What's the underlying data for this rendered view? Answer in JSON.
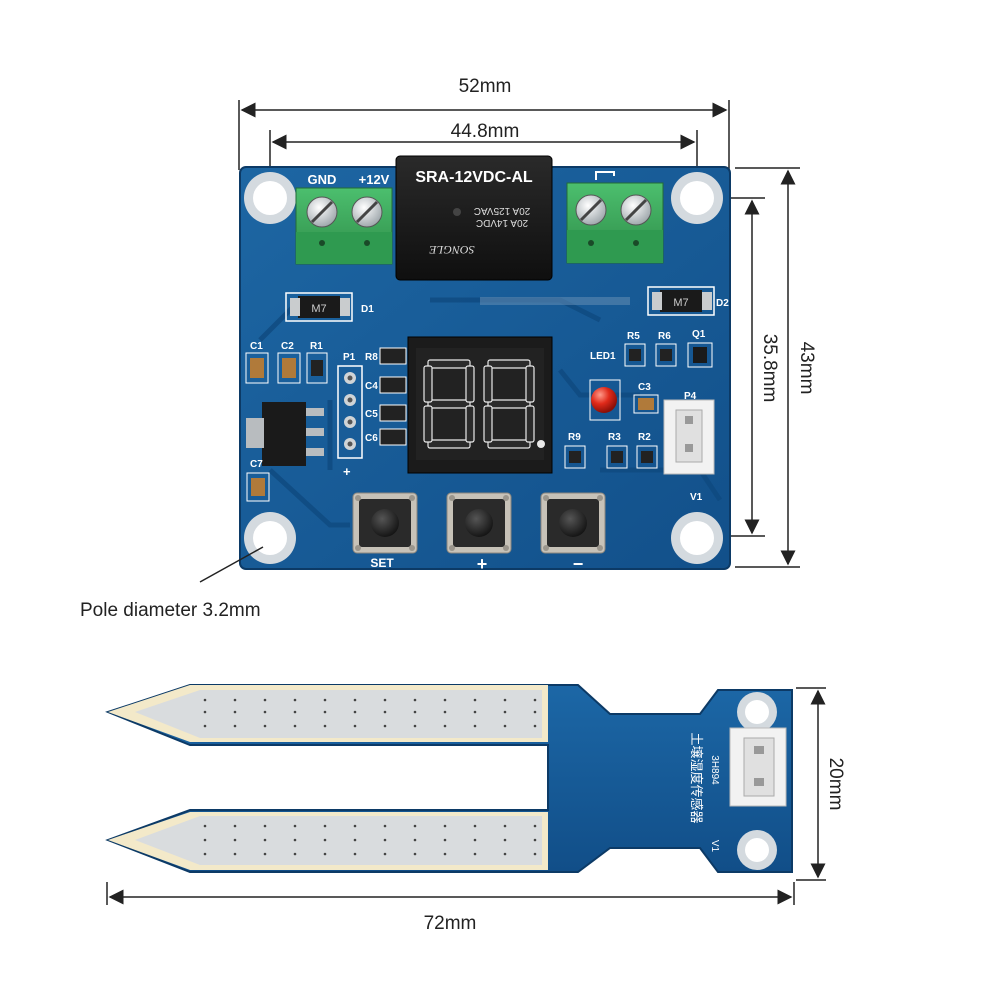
{
  "dimensions": {
    "width_outer": "52mm",
    "width_inner": "44.8mm",
    "height_outer": "43mm",
    "height_inner": "35.8mm",
    "pole_diameter": "Pole diameter 3.2mm",
    "probe_width": "20mm",
    "probe_length": "72mm"
  },
  "board": {
    "relay_model": "SRA-12VDC-AL",
    "relay_rating_1": "20A 14VDC",
    "relay_rating_2": "20A 125VAC",
    "relay_brand": "SONGLE",
    "terminal_left_gnd": "GND",
    "terminal_left_12v": "+12V",
    "diode_1": "M7",
    "diode_2": "M7",
    "d1": "D1",
    "d2": "D2",
    "c1": "C1",
    "c2": "C2",
    "r1": "R1",
    "p1": "P1",
    "r8": "R8",
    "c4": "C4",
    "c5": "C5",
    "c6": "C6",
    "c7": "C7",
    "r5": "R5",
    "r6": "R6",
    "q1": "Q1",
    "led1": "LED1",
    "c3": "C3",
    "p4": "P4",
    "r9": "R9",
    "r3": "R3",
    "r2": "R2",
    "v1": "V1",
    "plus_marker": "+",
    "display": "88.",
    "btn_set": "SET",
    "btn_plus": "+",
    "btn_minus": "−"
  },
  "probe": {
    "label": "土壤湿度传感器",
    "code": "3H894",
    "v1": "V1"
  },
  "colors": {
    "pcb_blue": "#1a5d95",
    "pcb_dark": "#0e3e6e",
    "terminal_green": "#3aa55b",
    "relay_black": "#1c1c1c",
    "led_red": "#e02a1a",
    "silver_pad": "#d9dcde"
  }
}
